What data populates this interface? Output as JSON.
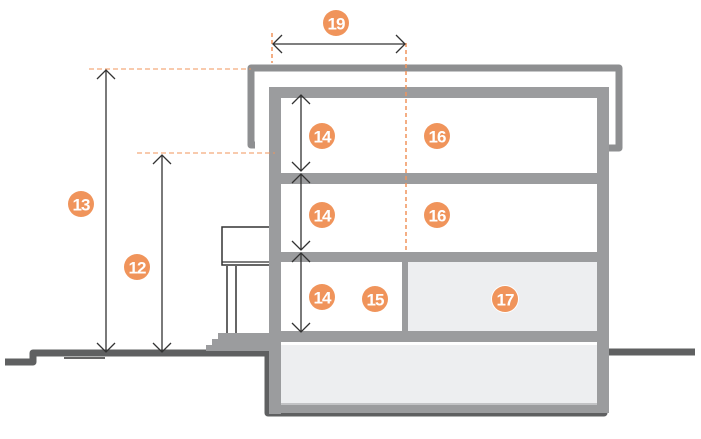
{
  "diagram": {
    "title": "Building section",
    "colors": {
      "accent": "#f0945b",
      "wall": "#9b9c9e",
      "roof": "#8e8f91",
      "ground": "#5f6061",
      "fill_light": "#edeef0",
      "line": "#333333"
    },
    "labels": {
      "height_total": "13",
      "height_eave": "12",
      "floor_height_top": "14",
      "floor_height_mid": "14",
      "floor_height_bottom": "14",
      "room_ground_left": "15",
      "room_top": "16",
      "room_mid": "16",
      "room_ground_right": "17",
      "overhang_width": "19"
    }
  }
}
